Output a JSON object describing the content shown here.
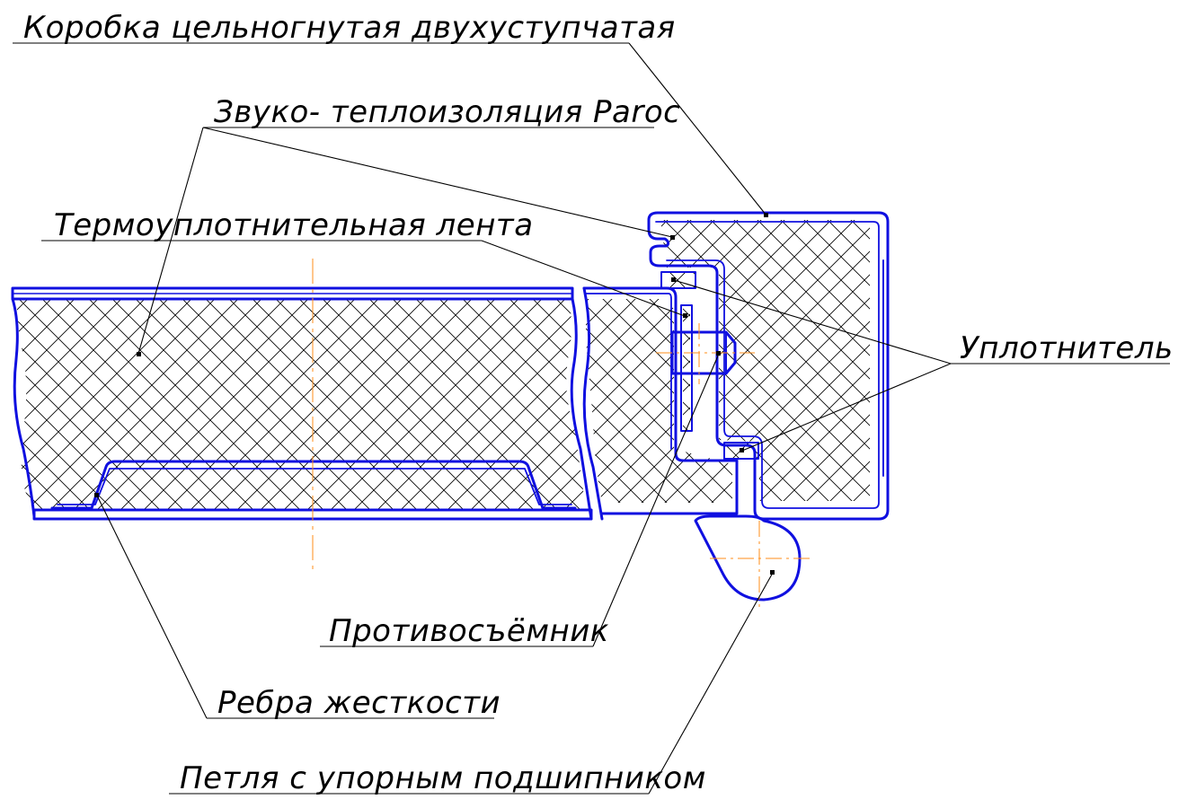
{
  "colors": {
    "profile": "#1010e0",
    "hatch": "#000000",
    "axis": "#ff8c1a",
    "text": "#000000"
  },
  "labels": {
    "box_frame": "Коробка цельногнутая двухуступчатая",
    "insulation": "Звуко- теплоизоляция Paroc",
    "thermal_tape": "Термоуплотнительная лента",
    "seal": "Уплотнитель",
    "anti_removal_pin": "Противосъёмник",
    "stiffening_ribs": "Ребра жесткости",
    "hinge_bearing": "Петля с упорным подшипником"
  }
}
